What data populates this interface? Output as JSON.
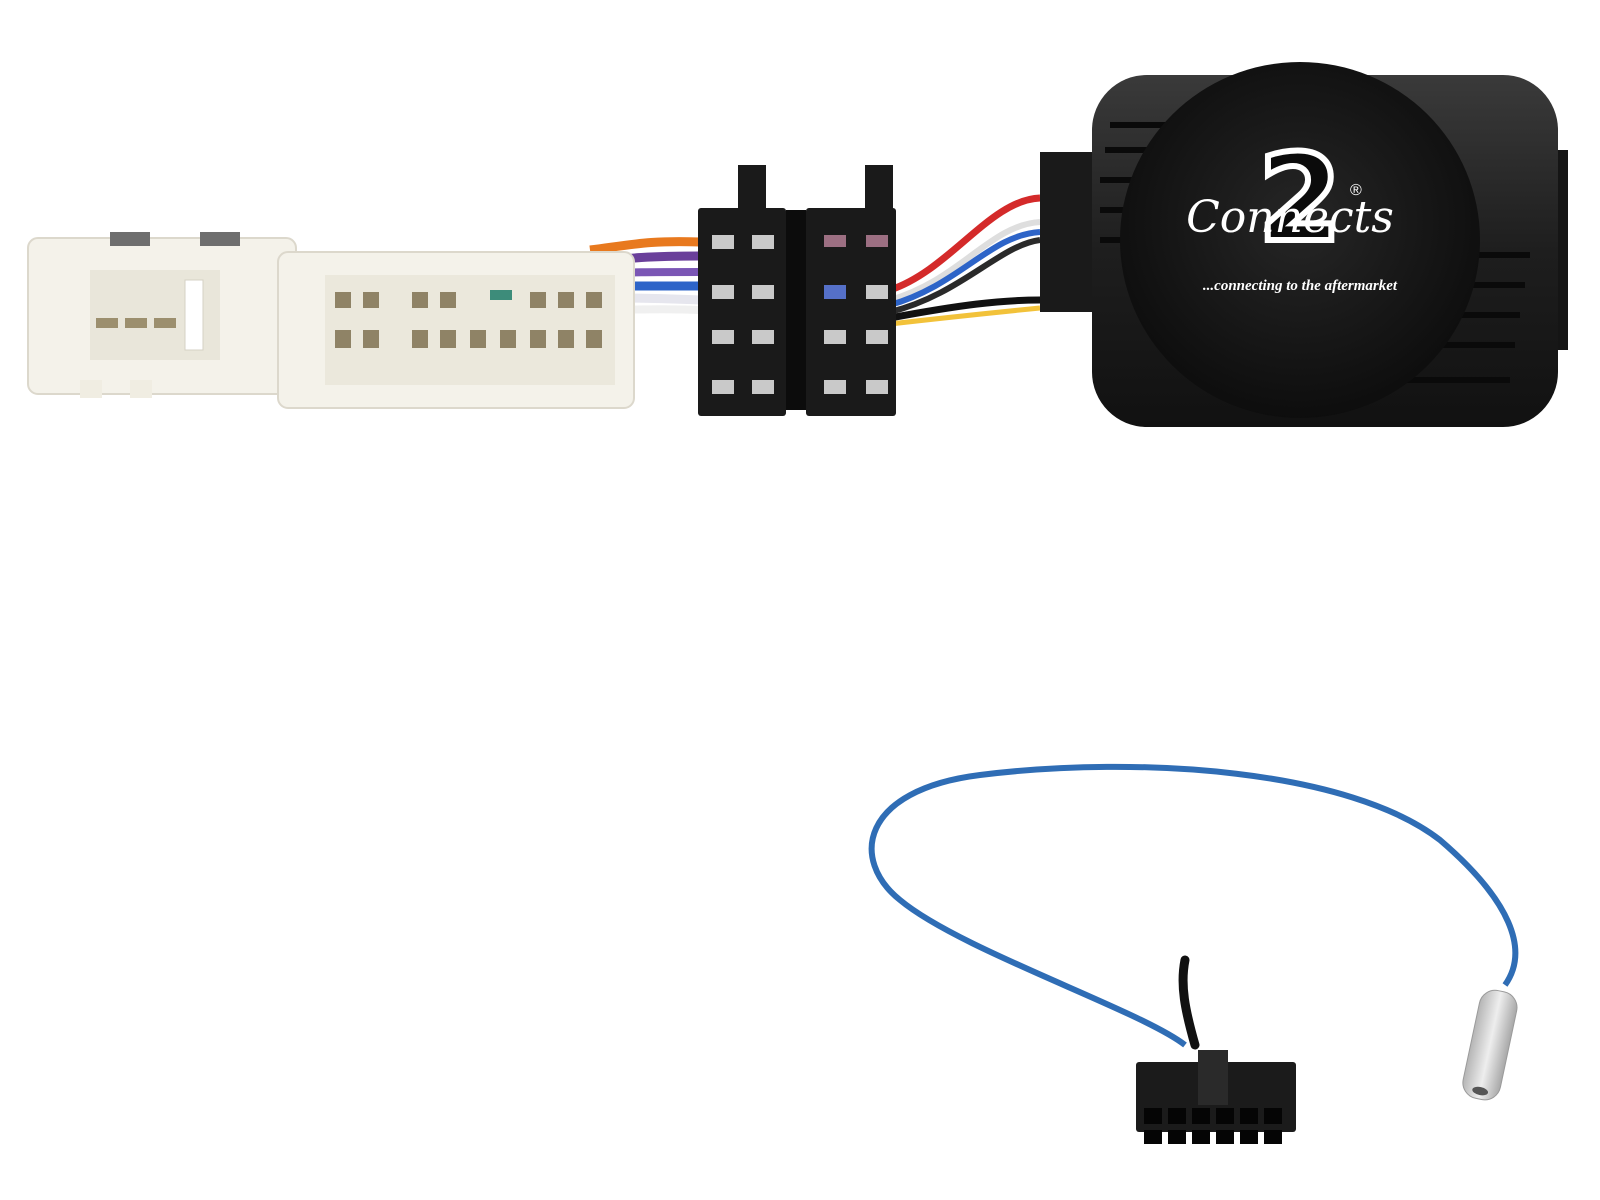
{
  "product": {
    "brand_script": "Connects",
    "brand_numeral": "2",
    "registered_mark": "®",
    "tagline": "...connecting to the aftermarket"
  },
  "components": {
    "interface_box": {
      "label": "Steering control interface module",
      "color": "#1c1c1c"
    },
    "iso_connectors": {
      "count": 2,
      "color": "#1a1a1a"
    },
    "oem_connectors": {
      "count": 2,
      "color": "#f2f0e6"
    },
    "patch_lead": {
      "wire_color": "#2f6db5",
      "plug_color": "#1b1b1b",
      "jack_color": "#cfcfcf"
    }
  },
  "wire_colors": [
    "#e8791e",
    "#6a3f9a",
    "#2d64c8",
    "#ffffff",
    "#d42a2a",
    "#111111",
    "#f2c23a",
    "#9aa0a6"
  ]
}
